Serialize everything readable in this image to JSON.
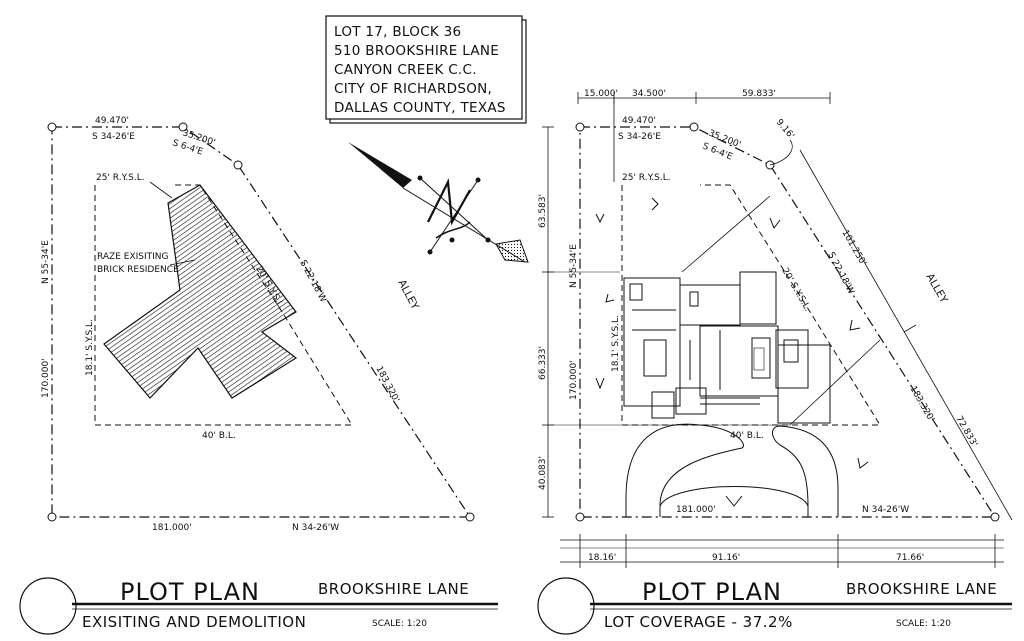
{
  "lot_info": {
    "lines": [
      "LOT 17, BLOCK 36",
      "510 BROOKSHIRE LANE",
      "CANYON CREEK C.C.",
      "CITY OF RICHARDSON,",
      "DALLAS COUNTY, TEXAS"
    ]
  },
  "left_plan": {
    "dim_top_1": "49.470'",
    "bearing_top_1": "S 34-26'E",
    "dim_top_2": "35.200'",
    "bearing_top_2": "S 6-4'E",
    "setback_front": "25' R.Y.S.L.",
    "raze_note_1": "RAZE EXISITING",
    "raze_note_2": "BRICK RESIDENCE",
    "setback_side_right": "20' S.Y.S.L.",
    "bearing_right": "S 22-18'W",
    "setback_side_left": "18.1' S.Y.S.L.",
    "bearing_left": "N 55-34'E",
    "dim_left": "170.000'",
    "dim_diag": "183.320'",
    "bl": "40' B.L.",
    "dim_bottom": "181.000'",
    "bearing_bottom": "N 34-26'W",
    "alley": "ALLEY",
    "title": "PLOT PLAN",
    "street": "BROOKSHIRE LANE",
    "subtitle": "EXISITING AND DEMOLITION",
    "scale": "SCALE: 1:20"
  },
  "right_plan": {
    "dim_a": "15.000'",
    "dim_b": "34.500'",
    "dim_c": "59.833'",
    "dim_d": "9.16'",
    "dim_top_1": "49.470'",
    "bearing_top_1": "S 34-26'E",
    "dim_top_2": "35.200'",
    "bearing_top_2": "S 6-4'E",
    "setback_front": "25' R.Y.S.L.",
    "dim_v1": "63.583'",
    "bearing_left": "N 55-34'E",
    "dim_v2": "66.333'",
    "dim_v3": "40.083'",
    "setback_side_left": "18.1' S.Y.S.L.",
    "dim_left": "170.000'",
    "setback_side_right": "20' S.Y.S.L.",
    "bearing_right": "S 22-18'W",
    "dim_diag_upper": "101.250'",
    "dim_diag": "183.320'",
    "dim_diag_lower": "72.833'",
    "bl": "40' B.L.",
    "dim_bottom": "181.000'",
    "bearing_bottom": "N 34-26'W",
    "dim_b1": "18.16'",
    "dim_b2": "91.16'",
    "dim_b3": "71.66'",
    "alley": "ALLEY",
    "title": "PLOT PLAN",
    "street": "BROOKSHIRE LANE",
    "subtitle": "LOT COVERAGE - 37.2%",
    "scale": "SCALE: 1:20"
  },
  "colors": {
    "ink": "#111111",
    "paper": "#ffffff"
  }
}
